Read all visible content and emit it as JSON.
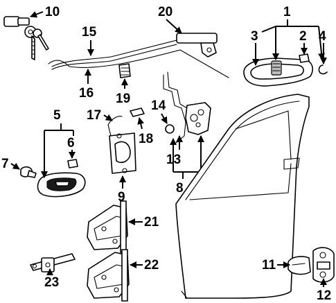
{
  "diagram": {
    "callouts": {
      "c1": "1",
      "c2": "2",
      "c3": "3",
      "c4": "4",
      "c5": "5",
      "c6": "6",
      "c7": "7",
      "c8": "8",
      "c9": "9",
      "c10": "10",
      "c11": "11",
      "c12": "12",
      "c13": "13",
      "c14": "14",
      "c15": "15",
      "c16": "16",
      "c17": "17",
      "c18": "18",
      "c19": "19",
      "c20": "20",
      "c21": "21",
      "c22": "22",
      "c23": "23"
    },
    "colors": {
      "ink": "#000000",
      "paper": "#ffffff",
      "shade": "#bdbdbd"
    }
  }
}
